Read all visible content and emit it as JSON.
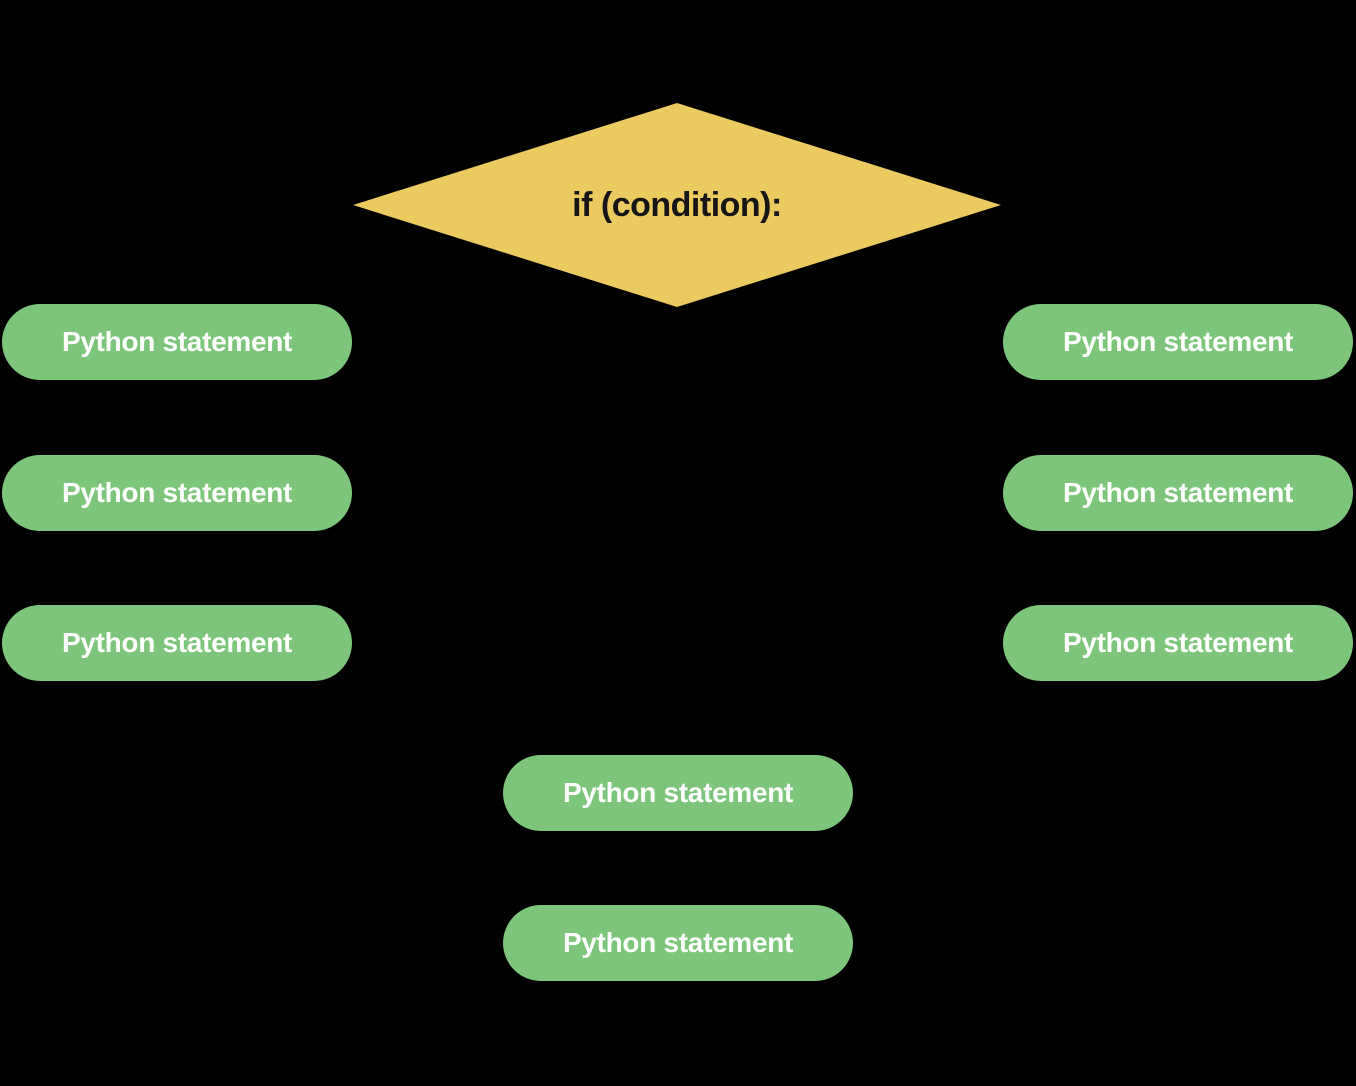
{
  "canvas": {
    "background": "#000000"
  },
  "diamond": {
    "label": "if (condition):",
    "fill": "#EBCA60",
    "text_color": "#161616"
  },
  "statements": {
    "fill": "#7EC57C",
    "text_color": "#FFFFFF",
    "nodes": [
      {
        "id": "left-1",
        "label": "Python statement"
      },
      {
        "id": "left-2",
        "label": "Python statement"
      },
      {
        "id": "left-3",
        "label": "Python statement"
      },
      {
        "id": "right-1",
        "label": "Python statement"
      },
      {
        "id": "right-2",
        "label": "Python statement"
      },
      {
        "id": "right-3",
        "label": "Python statement"
      },
      {
        "id": "center-1",
        "label": "Python statement"
      },
      {
        "id": "center-2",
        "label": "Python statement"
      }
    ]
  }
}
